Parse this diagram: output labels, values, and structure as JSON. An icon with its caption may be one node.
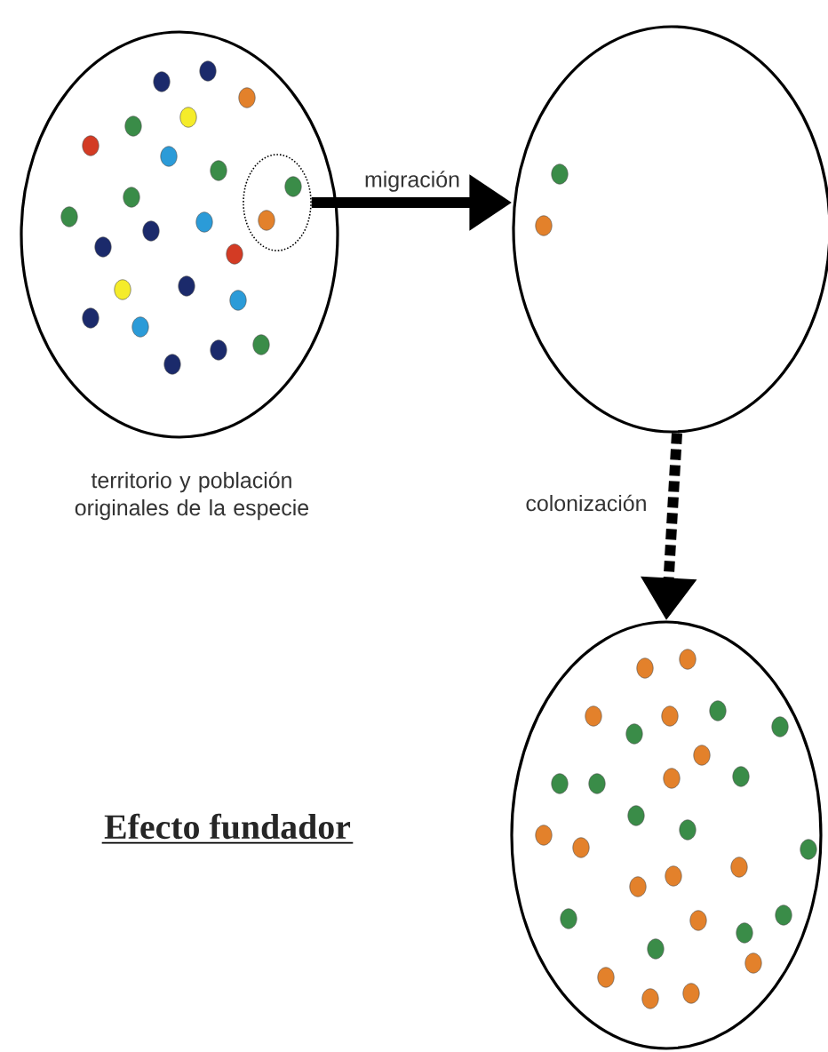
{
  "diagram": {
    "title": "Efecto fundador",
    "nodes": [
      {
        "text": [],
        "shape": "circle",
        "beside": [
          "territorio y población originales de la especie"
        ]
      },
      {
        "text": [],
        "shape": "circle",
        "in": 0
      },
      {
        "text": [],
        "shape": "circle"
      },
      {
        "text": [],
        "shape": "circle"
      }
    ],
    "edges": [
      {
        "from": 1,
        "to": 2,
        "arrow": "to",
        "label": "migración"
      },
      {
        "from": 2,
        "to": 3,
        "arrow": "to",
        "label": "colonización",
        "style": "dashed"
      }
    ]
  }
}
